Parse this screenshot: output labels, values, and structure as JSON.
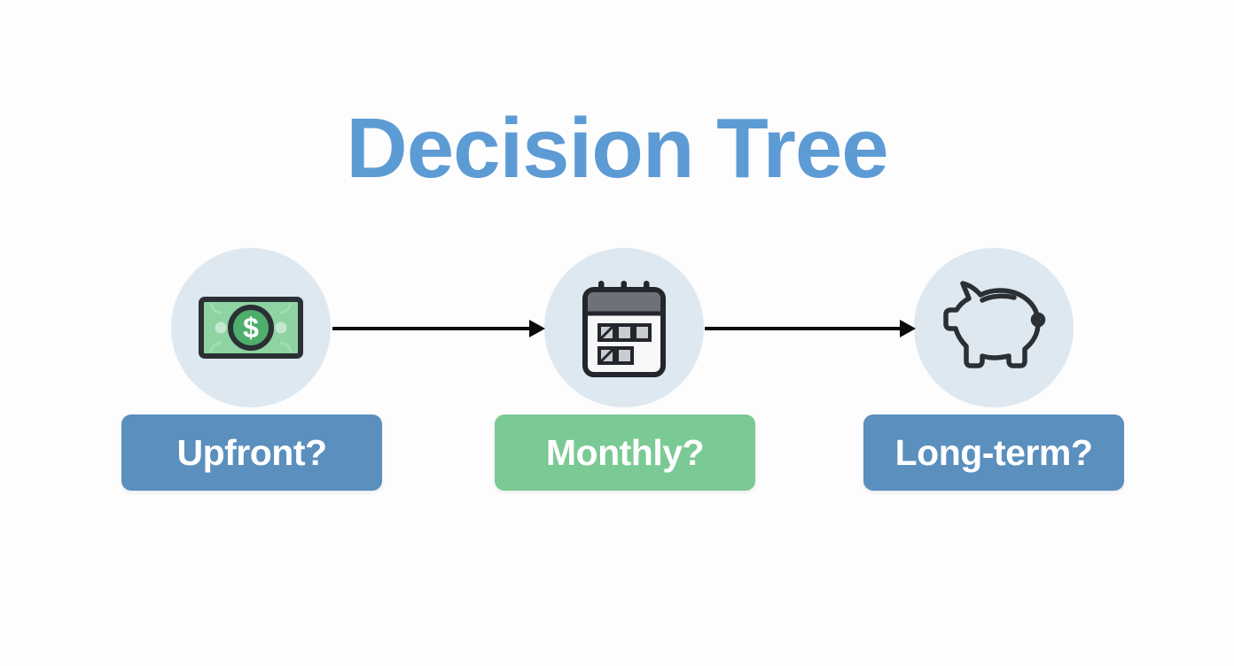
{
  "diagram": {
    "title": "Decision Tree",
    "title_color": "#5d9bd5",
    "background_color": "#fdfdfd",
    "type": "linear-flow",
    "orientation": "horizontal",
    "node_count": 3,
    "connector_count": 2,
    "nodes": [
      {
        "id": "upfront",
        "label": "Upfront?",
        "icon": "money-bill-icon",
        "label_background": "#5a8fbe",
        "label_text_color": "#ffffff",
        "circle_background": "#dde8f1"
      },
      {
        "id": "monthly",
        "label": "Monthly?",
        "icon": "calendar-icon",
        "label_background": "#7bc995",
        "label_text_color": "#ffffff",
        "circle_background": "#dde8f1"
      },
      {
        "id": "long-term",
        "label": "Long-term?",
        "icon": "piggy-bank-icon",
        "label_background": "#5a8fbe",
        "label_text_color": "#ffffff",
        "circle_background": "#dde8f1"
      }
    ],
    "connectors": [
      {
        "id": "arrow-upfront-to-monthly",
        "from": "upfront",
        "to": "monthly",
        "style": "solid-arrow",
        "color": "#0a0a0a"
      },
      {
        "id": "arrow-monthly-to-long-term",
        "from": "monthly",
        "to": "long-term",
        "style": "solid-arrow",
        "color": "#0a0a0a"
      }
    ],
    "icon_colors": {
      "bill_fill": "#8ed3a1",
      "bill_stroke": "#2b3034",
      "bill_inner_circle": "#4fae6c",
      "bill_dot": "#c6e7cf",
      "bill_symbol": "$",
      "calendar_header": "#6c7277",
      "calendar_body": "#f7f7f8",
      "calendar_stroke": "#23272b",
      "calendar_cell_fill": "#c9ccd0",
      "piggy_stroke": "#2b3034"
    }
  }
}
